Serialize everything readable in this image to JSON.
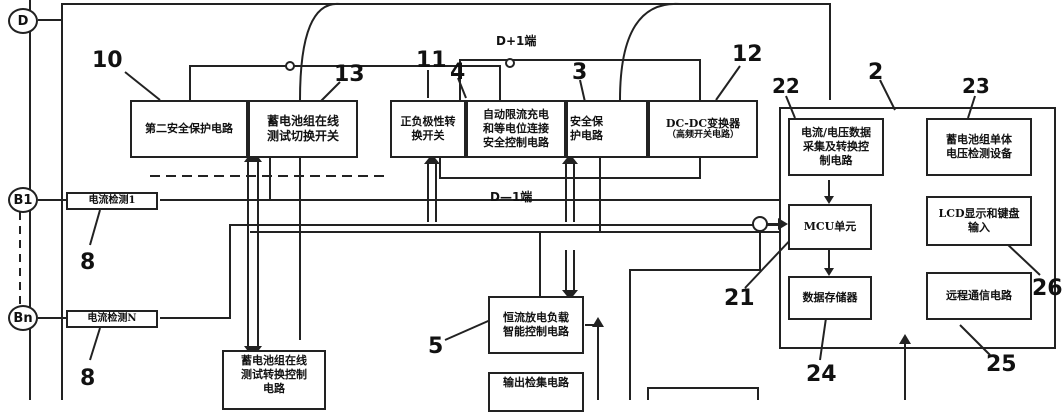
{
  "terminals": {
    "d": "D",
    "b1": "B1",
    "bn": "Bn"
  },
  "bus_labels": {
    "top": "D+1端",
    "bottom": "D—1端"
  },
  "boxes": {
    "b10": [
      "第二安全保护电路"
    ],
    "b13": [
      "蓄电池组在线",
      "测试切换开关"
    ],
    "b11": [
      "正负极性转",
      "换开关"
    ],
    "b4": [
      "自动限流充电",
      "和等电位连接",
      "安全控制电路"
    ],
    "b3": [
      "安全保",
      "护电路"
    ],
    "b12": [
      "DC-DC变换器",
      "（高频开关电路）"
    ],
    "b22": [
      "电流/电压数据",
      "采集及转换控",
      "制电路"
    ],
    "b21": [
      "MCU单元"
    ],
    "b24": [
      "数据存储器"
    ],
    "b23": [
      "蓄电池组单体",
      "电压检测设备"
    ],
    "b26": [
      "LCD显示和键盘",
      "输入"
    ],
    "b25": [
      "远程通信电路"
    ],
    "b5": [
      "恒流放电负载",
      "智能控制电路"
    ],
    "sw_ctrl": [
      "蓄电池组在线",
      "测试转换控制",
      "电路"
    ],
    "out": [
      "输出检集电路"
    ]
  },
  "detectors": {
    "i1": "电流检测1",
    "in": "电流检测N"
  },
  "numbers": {
    "n10": "10",
    "n13": "13",
    "n11": "11",
    "n4": "4",
    "n3": "3",
    "n12": "12",
    "n22": "22",
    "n2": "2",
    "n23": "23",
    "n21": "21",
    "n26": "26",
    "n24": "24",
    "n25": "25",
    "n5": "5",
    "n8a": "8",
    "n8b": "8"
  }
}
